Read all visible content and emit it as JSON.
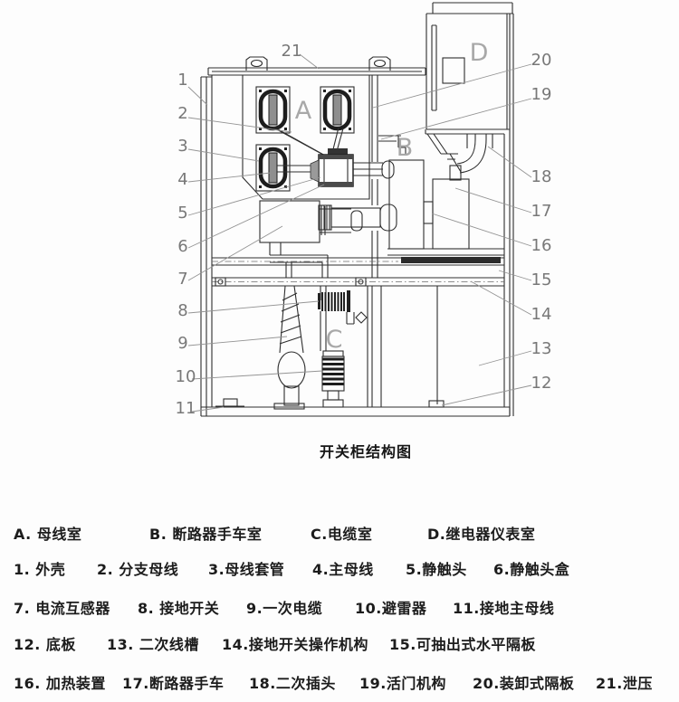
{
  "title": "开关柜结构图",
  "diagram": {
    "letters": [
      "A",
      "B",
      "C",
      "D"
    ],
    "callouts": [
      "1",
      "2",
      "3",
      "4",
      "5",
      "6",
      "7",
      "8",
      "9",
      "10",
      "11",
      "12",
      "13",
      "14",
      "15",
      "16",
      "17",
      "18",
      "19",
      "20",
      "21"
    ]
  },
  "legend": {
    "rows": [
      {
        "items": [
          {
            "text": "A. 母线室"
          },
          {
            "text": "B. 断路器手车室"
          },
          {
            "text": "C.电缆室"
          },
          {
            "text": "D.继电器仪表室"
          }
        ]
      },
      {
        "items": [
          {
            "text": "1. 外壳"
          },
          {
            "text": "2. 分支母线"
          },
          {
            "text": "3.母线套管"
          },
          {
            "text": "4.主母线"
          },
          {
            "text": "5.静触头"
          },
          {
            "text": "6.静触头盒"
          }
        ]
      },
      {
        "items": [
          {
            "text": "7. 电流互感器"
          },
          {
            "text": "8. 接地开关"
          },
          {
            "text": "9.一次电缆"
          },
          {
            "text": "10.避雷器"
          },
          {
            "text": "11.接地主母线"
          }
        ]
      },
      {
        "items": [
          {
            "text": "12. 底板"
          },
          {
            "text": "13. 二次线槽"
          },
          {
            "text": "14.接地开关操作机构"
          },
          {
            "text": "15.可抽出式水平隔板"
          }
        ]
      },
      {
        "items": [
          {
            "text": "16. 加热装置"
          },
          {
            "text": "17.断路器手车"
          },
          {
            "text": "18.二次插头"
          },
          {
            "text": "19.活门机构"
          },
          {
            "text": "20.装卸式隔板"
          },
          {
            "text": "21.泄压"
          }
        ]
      }
    ]
  }
}
